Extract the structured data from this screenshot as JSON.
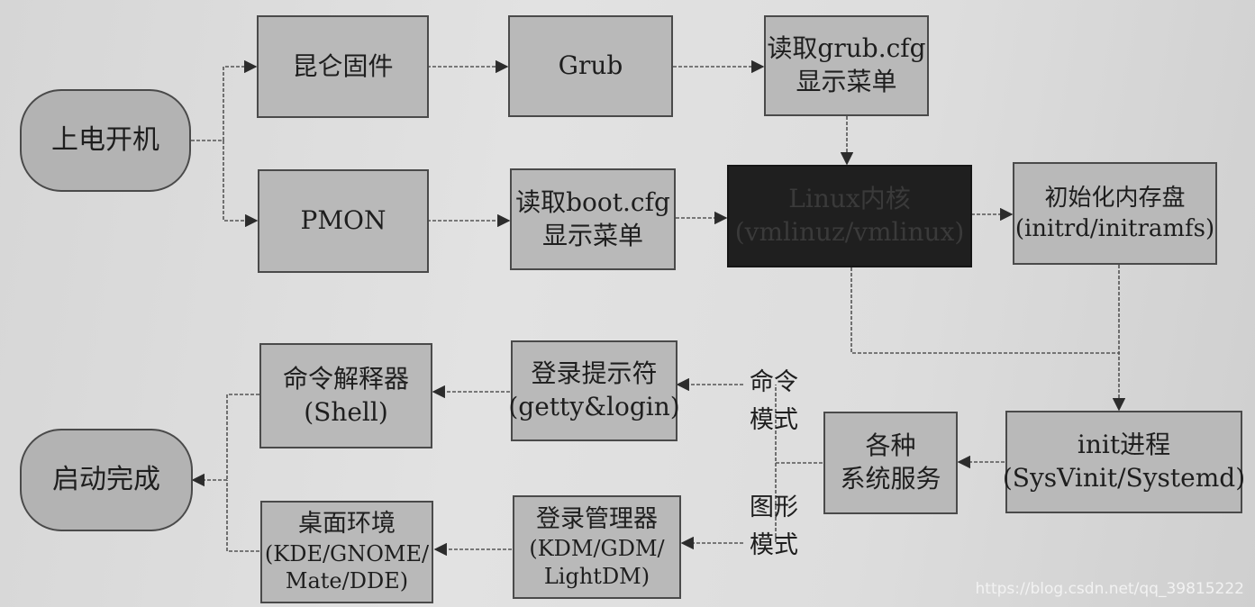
{
  "nodes": {
    "power_on": "上电开机",
    "kunlun_firmware": "昆仑固件",
    "pmon": "PMON",
    "grub": "Grub",
    "read_grub_cfg": [
      "读取grub.cfg",
      "显示菜单"
    ],
    "read_boot_cfg": [
      "读取boot.cfg",
      "显示菜单"
    ],
    "linux_kernel": [
      "Linux内核",
      "(vmlinuz/vmlinux)"
    ],
    "initrd": [
      "初始化内存盘",
      "(initrd/initramfs)"
    ],
    "init_process": [
      "init进程",
      "(SysVinit/Systemd)"
    ],
    "system_services": [
      "各种",
      "系统服务"
    ],
    "getty_login": [
      "登录提示符",
      "(getty&login)"
    ],
    "login_manager": [
      "登录管理器",
      "(KDM/GDM/",
      "LightDM)"
    ],
    "shell": [
      "命令解释器",
      "(Shell)"
    ],
    "desktop": [
      "桌面环境",
      "(KDE/GNOME/",
      "Mate/DDE)"
    ],
    "boot_complete": "启动完成"
  },
  "labels": {
    "command_mode": [
      "命令",
      "模式"
    ],
    "graphical_mode": [
      "图形",
      "模式"
    ]
  },
  "watermark": "https://blog.csdn.net/qq_39815222",
  "colors": {
    "node_fill": "#b9b9b9",
    "kernel_fill": "#1f1f1f",
    "line": "#555555"
  }
}
